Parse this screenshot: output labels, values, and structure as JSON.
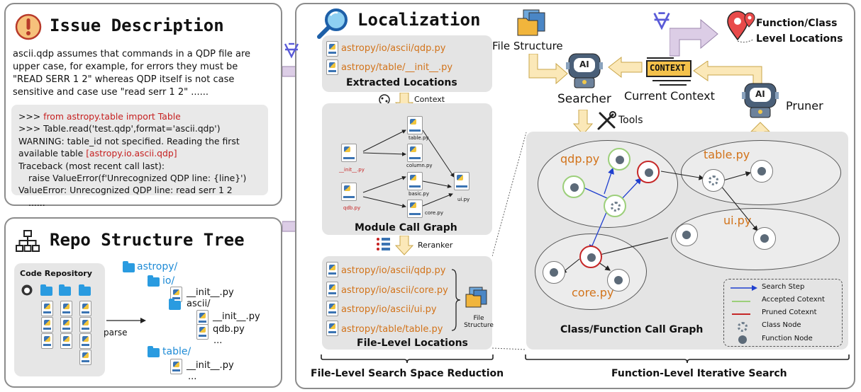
{
  "issue": {
    "title": "Issue Description",
    "text": "ascii.qdp assumes that commands in a QDP file are upper case, for example, for errors they must be \"READ SERR 1 2\" whereas QDP itself is not case sensitive and case use \"read serr 1 2\" ......",
    "code_prompt_1": ">>> ",
    "code_import": "from astropy.table import Table",
    "code_line_2": ">>> Table.read('test.qdp',format='ascii.qdp')",
    "code_warning": "WARNING: table_id not specified. Reading the first available table ",
    "code_warning_ref": "[astropy.io.ascii.qdp]",
    "code_traceback": "Traceback (most recent call last):",
    "code_raise": "raise ValueError(f'Unrecognized QDP line: {line}')",
    "code_error": "ValueError: Unrecognized QDP line: read serr 1 2",
    "code_ellipsis": "......"
  },
  "repo": {
    "title": "Repo Structure Tree",
    "code_repository": "Code Repository",
    "parse": "parse",
    "tree": {
      "astropy": "astropy/",
      "io": "io/",
      "init_1": "__init__.py",
      "ascii": "ascii/",
      "init_2": "__init__.py",
      "qdb": "qdb.py",
      "dots_1": "...",
      "table": "table/",
      "init_3": "__init__.py",
      "dots_2": "..."
    }
  },
  "localization": {
    "title": "Localization",
    "extracted": {
      "paths": [
        "astropy/io/ascii/qdp.py",
        "astropy/table/__init__.py"
      ],
      "label": "Extracted Locations"
    },
    "context": "Context",
    "module_graph": {
      "label": "Module Call Graph",
      "python_tag": "PYTHON",
      "files": [
        "table.py",
        "column.py",
        "basic.py",
        "core.py",
        "ui.py",
        "__init__.py",
        "qdb.py"
      ]
    },
    "reranker": "Reranker",
    "file_level": {
      "paths": [
        "astropy/io/ascii/qdp.py",
        "astropy/io/ascii/core.py",
        "astropy/io/ascii/ui.py",
        "astropy/table/table.py"
      ],
      "label": "File-Level Locations",
      "file_structure": "File\nStructure"
    },
    "bottom_label": "File-Level Search Space Reduction"
  },
  "search": {
    "file_structure": "File Structure",
    "searcher": "Searcher",
    "current_context": "Current Context",
    "context_badge": "CONTEXT",
    "pruner": "Pruner",
    "tools": "Tools",
    "function_class": "Function/Class\nLevel Locations",
    "ai": "AI",
    "graph": {
      "qdp": "qdp.py",
      "table": "table.py",
      "ui": "ui.py",
      "core": "core.py",
      "label": "Class/Function Call Graph"
    },
    "legend": [
      "Search Step",
      "Accepted Cotexnt",
      "Pruned Cotexnt",
      "Class Node",
      "Function Node"
    ],
    "bottom_label": "Function-Level Iterative Search"
  },
  "colors": {
    "orange_path": "#d2731a",
    "blue_tree": "#1e8bd6",
    "red_code": "#c62020",
    "search_step": "#1f3fcf",
    "accepted": "#9ccf7a",
    "pruned": "#c62828",
    "arrow_fill": "#fbe8b8",
    "arrow_stroke": "#c9a64a",
    "purple_arrow": "#dccde6"
  }
}
